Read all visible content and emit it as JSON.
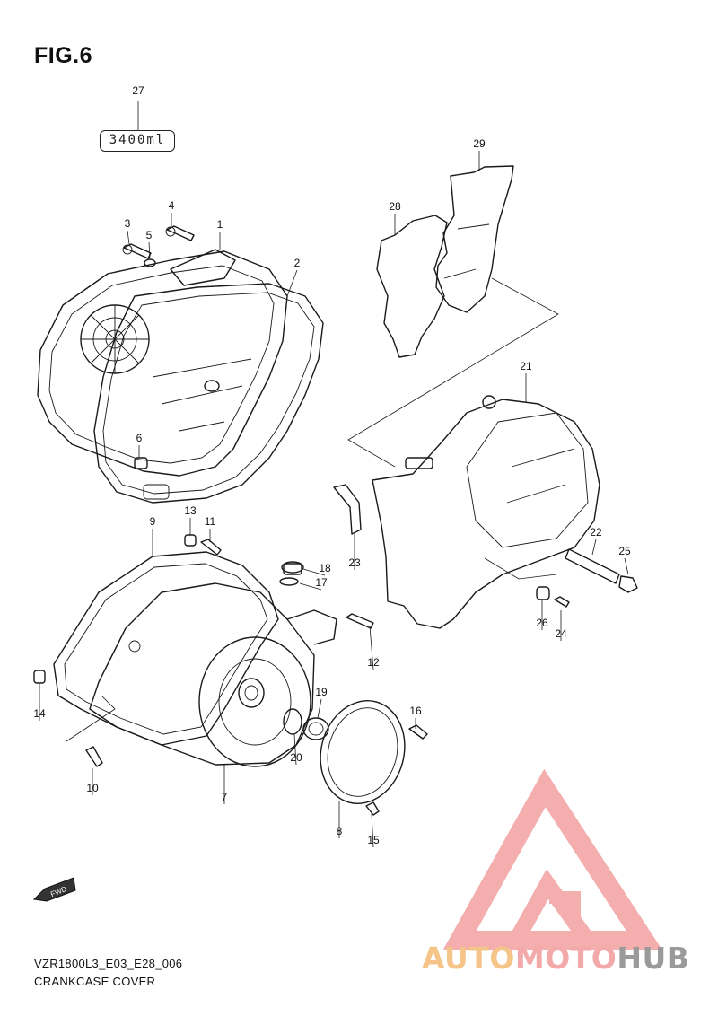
{
  "figure_title": "FIG.6",
  "model_code": "VZR1800L3_E03_E28_006",
  "section_name": "CRANKCASE COVER",
  "sealant_badge": "3400ml",
  "fwd_label": "FWD",
  "brand": {
    "part1": "AUTO",
    "part2": "MOTO",
    "part3": "HUB"
  },
  "colors": {
    "brand_orange": "#f5c489",
    "brand_pink": "#f3a9a9",
    "brand_gray": "#9a9a9a",
    "line": "#1a1a1a"
  },
  "callouts": [
    "1",
    "2",
    "3",
    "4",
    "5",
    "6",
    "7",
    "8",
    "9",
    "10",
    "11",
    "12",
    "13",
    "14",
    "15",
    "16",
    "17",
    "18",
    "19",
    "20",
    "21",
    "22",
    "23",
    "24",
    "25",
    "26",
    "27",
    "28",
    "29"
  ]
}
